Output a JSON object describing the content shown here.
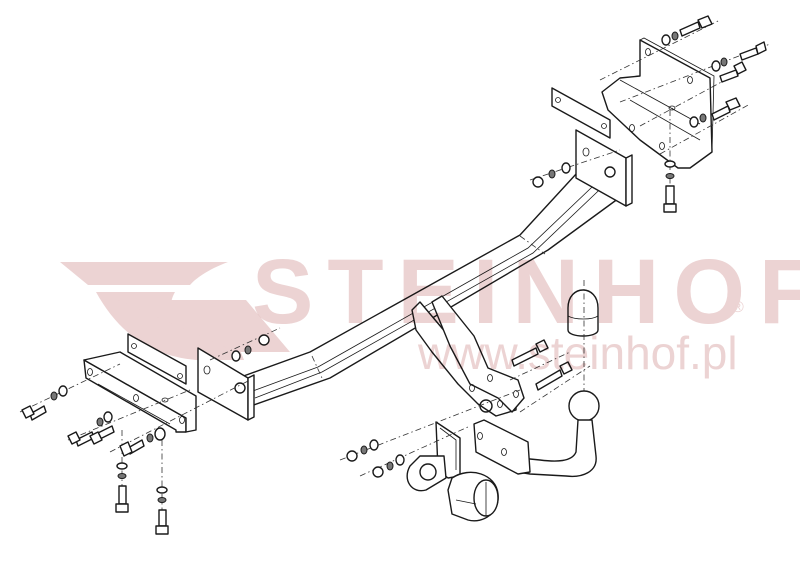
{
  "diagram": {
    "subject": "Exploded assembly view of a detachable tow bar (tow hitch) kit",
    "watermark": {
      "brand": "STEINHOF",
      "registered_mark": "®",
      "url": "www.steinhof.pl",
      "color": "#ecd3d3"
    },
    "line_color": "#1a1a1a",
    "background": "#ffffff",
    "components": [
      {
        "id": "main-crossbar",
        "label": "Main cross beam (tube)"
      },
      {
        "id": "right-mounting-bracket",
        "label": "Right side L-bracket with backing plate"
      },
      {
        "id": "left-mounting-bracket",
        "label": "Left side L-bracket with backing plate"
      },
      {
        "id": "center-hitch-plates",
        "label": "Central twin hitch mounting plates"
      },
      {
        "id": "tow-ball-neck",
        "label": "Tow ball neck with ball"
      },
      {
        "id": "ball-cover-cap",
        "label": "Tow ball protective cap"
      },
      {
        "id": "socket-bracket",
        "label": "Electrical socket bracket"
      },
      {
        "id": "electrical-socket",
        "label": "Trailer electrical socket (7/13 pin)"
      },
      {
        "id": "fasteners",
        "label": "Bolts, washers, spring washers and nuts"
      }
    ]
  }
}
